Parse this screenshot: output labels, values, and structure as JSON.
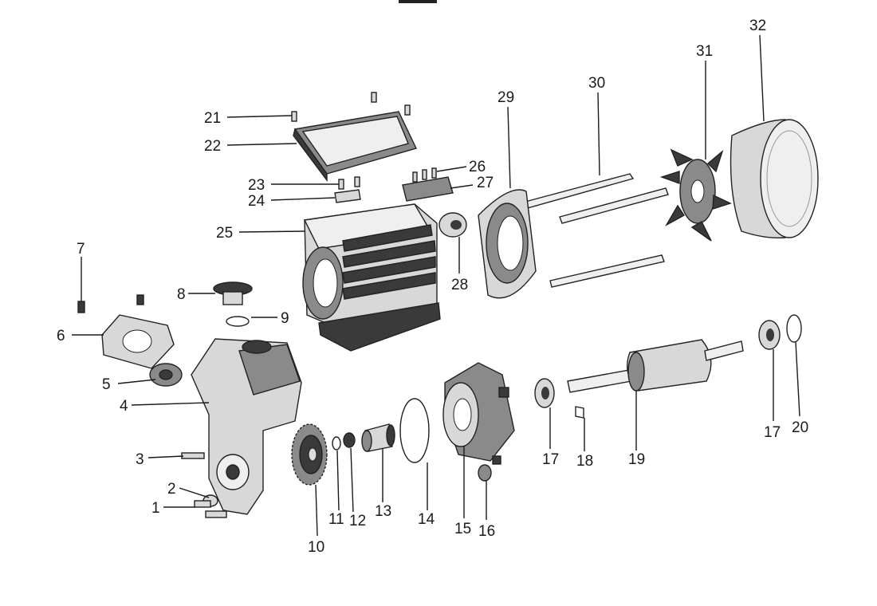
{
  "diagram": {
    "type": "exploded-parts-view",
    "parts": [
      {
        "id": "1",
        "label": "1"
      },
      {
        "id": "2",
        "label": "2"
      },
      {
        "id": "3",
        "label": "3"
      },
      {
        "id": "4",
        "label": "4"
      },
      {
        "id": "5",
        "label": "5"
      },
      {
        "id": "6",
        "label": "6"
      },
      {
        "id": "7",
        "label": "7"
      },
      {
        "id": "8",
        "label": "8"
      },
      {
        "id": "9",
        "label": "9"
      },
      {
        "id": "10",
        "label": "10"
      },
      {
        "id": "11",
        "label": "11"
      },
      {
        "id": "12",
        "label": "12"
      },
      {
        "id": "13",
        "label": "13"
      },
      {
        "id": "14",
        "label": "14"
      },
      {
        "id": "15",
        "label": "15"
      },
      {
        "id": "16",
        "label": "16"
      },
      {
        "id": "17a",
        "label": "17"
      },
      {
        "id": "17b",
        "label": "17"
      },
      {
        "id": "18",
        "label": "18"
      },
      {
        "id": "19",
        "label": "19"
      },
      {
        "id": "20",
        "label": "20"
      },
      {
        "id": "21",
        "label": "21"
      },
      {
        "id": "22",
        "label": "22"
      },
      {
        "id": "23",
        "label": "23"
      },
      {
        "id": "24",
        "label": "24"
      },
      {
        "id": "25",
        "label": "25"
      },
      {
        "id": "26",
        "label": "26"
      },
      {
        "id": "27",
        "label": "27"
      },
      {
        "id": "28",
        "label": "28"
      },
      {
        "id": "29",
        "label": "29"
      },
      {
        "id": "30",
        "label": "30"
      },
      {
        "id": "31",
        "label": "31"
      },
      {
        "id": "32",
        "label": "32"
      }
    ]
  }
}
